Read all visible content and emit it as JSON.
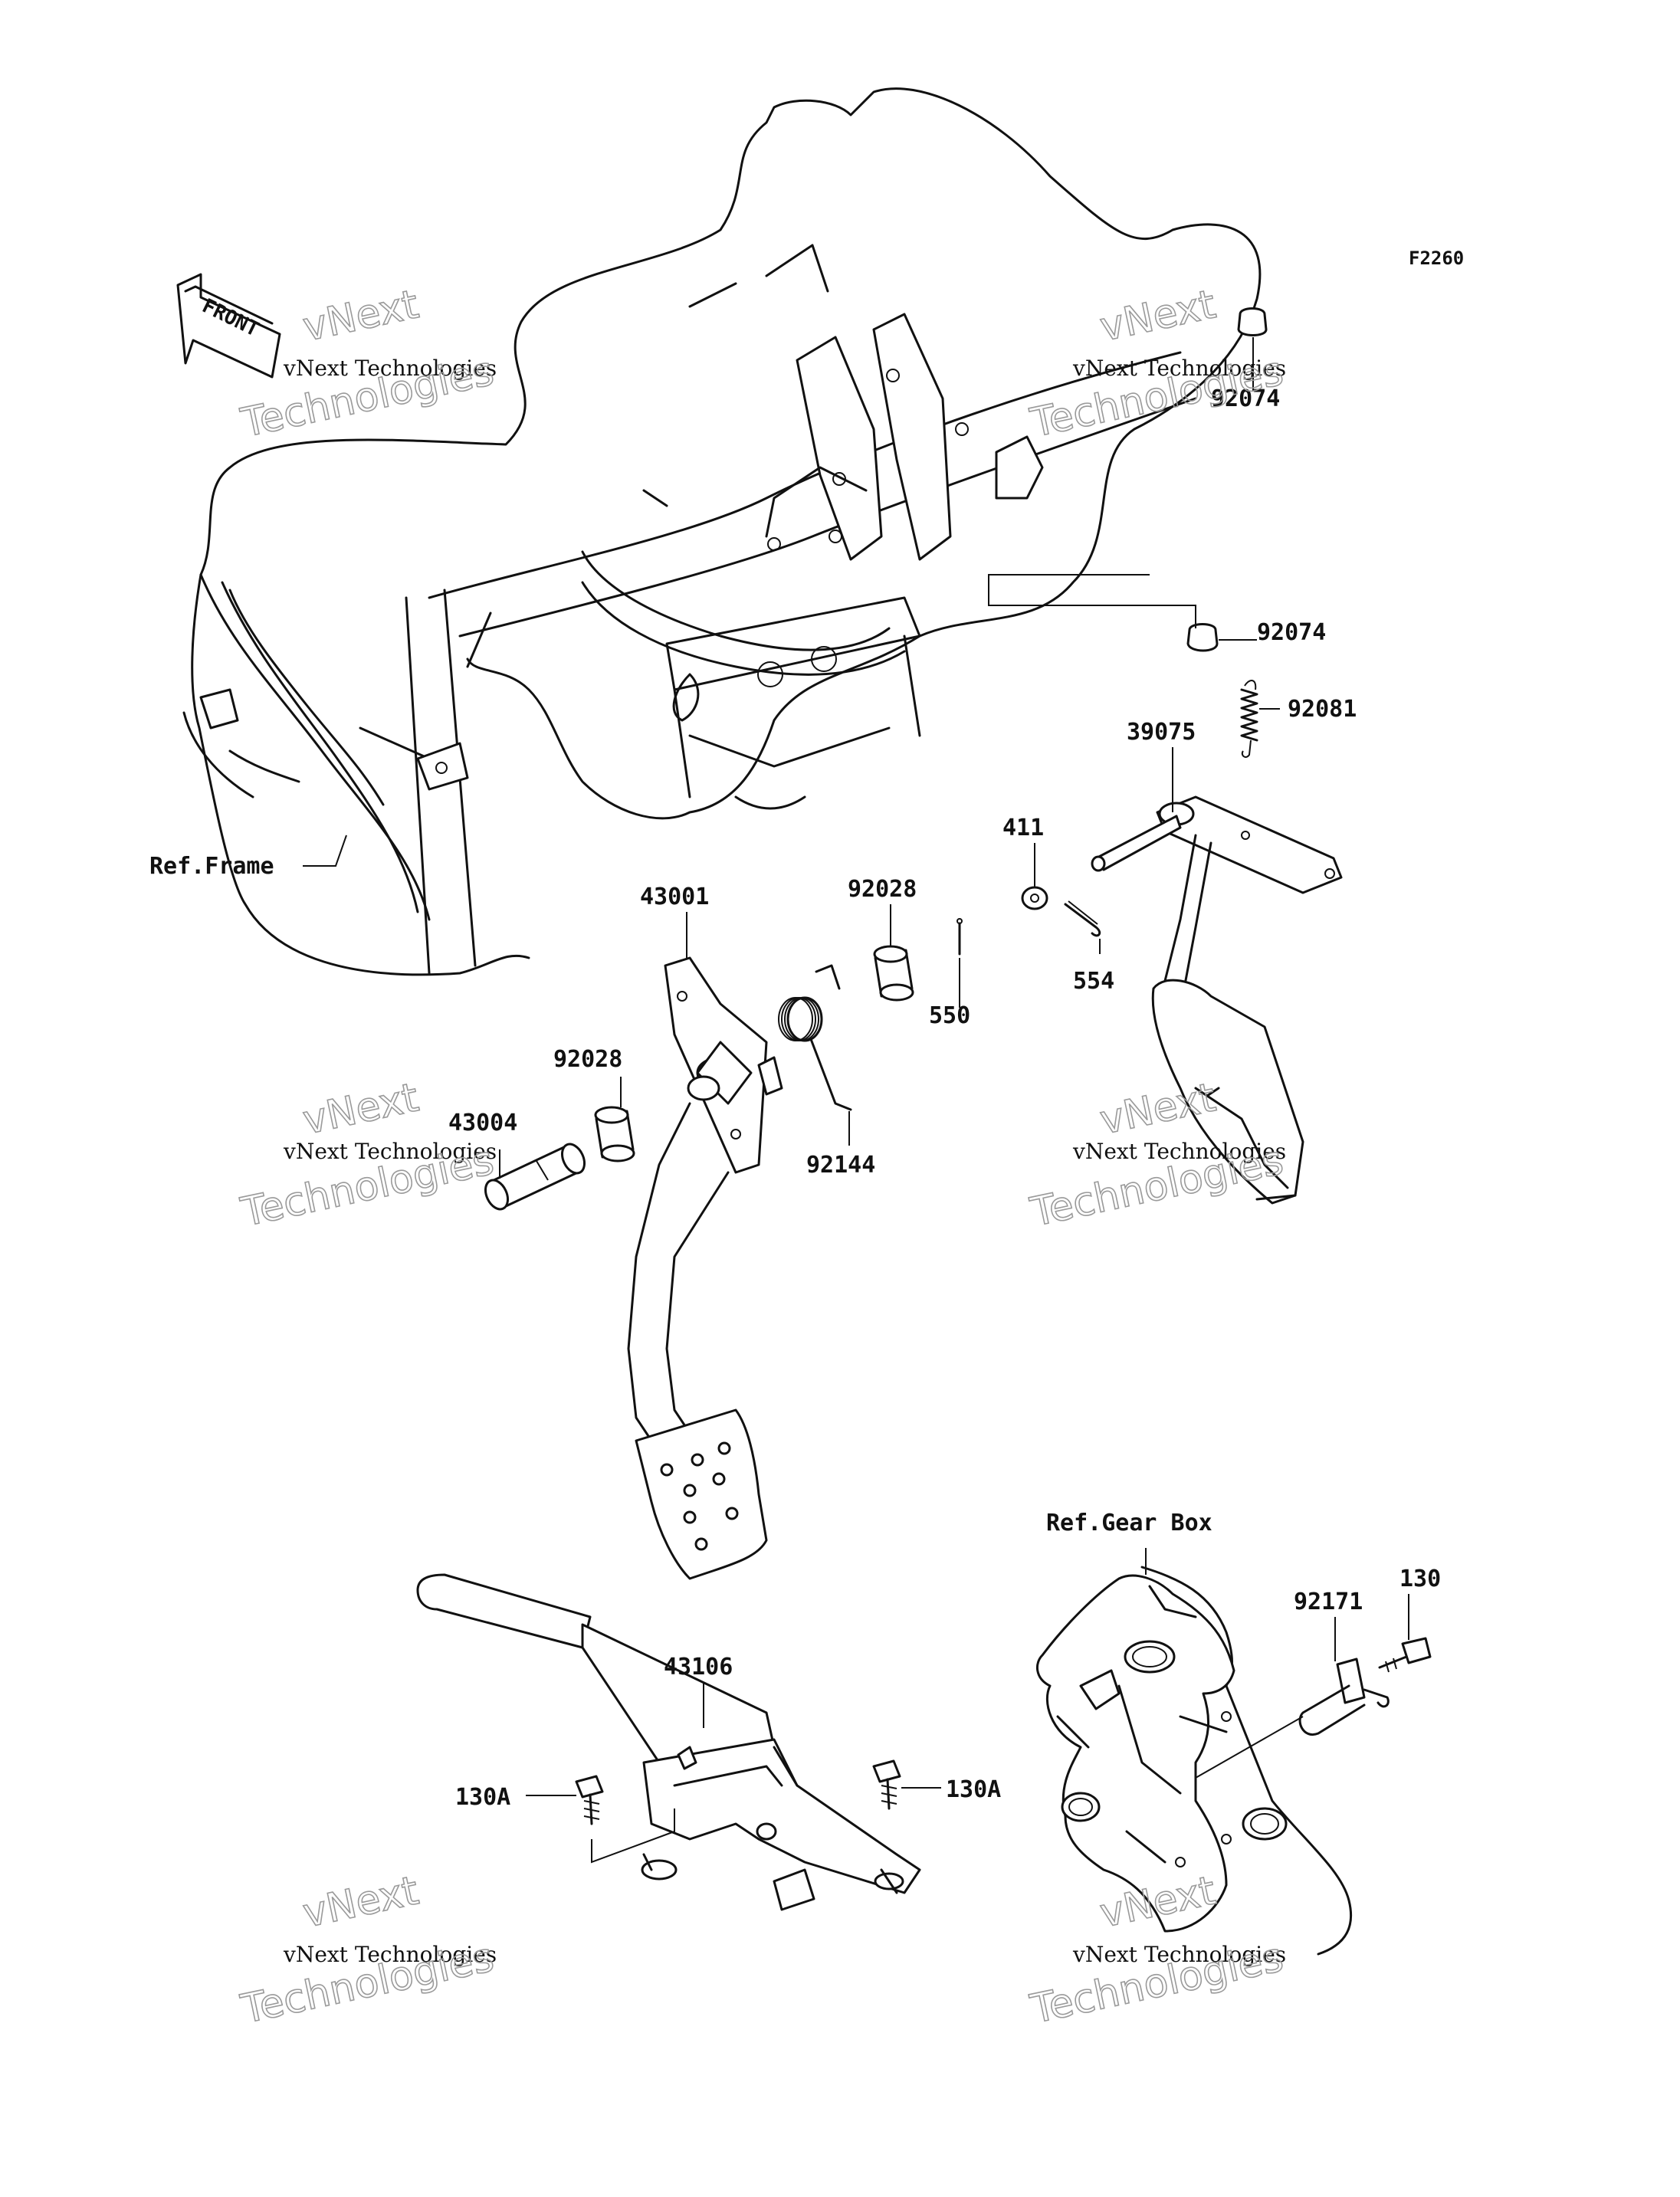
{
  "diagram_code": "F2260",
  "front_marker": "FRONT",
  "references": {
    "frame": "Ref.Frame",
    "gear_box": "Ref.Gear Box"
  },
  "parts": {
    "p92074_top": "92074",
    "p92074": "92074",
    "p92081": "92081",
    "p39075": "39075",
    "p411": "411",
    "p554": "554",
    "p550": "550",
    "p92028_a": "92028",
    "p92028_b": "92028",
    "p43001": "43001",
    "p43004": "43004",
    "p92144": "92144",
    "p43106": "43106",
    "p130A_left": "130A",
    "p130A_right": "130A",
    "p92171": "92171",
    "p130": "130"
  },
  "watermark": {
    "line1": "vNext Technologies",
    "line2": "vNext",
    "line3": "Technologies"
  }
}
